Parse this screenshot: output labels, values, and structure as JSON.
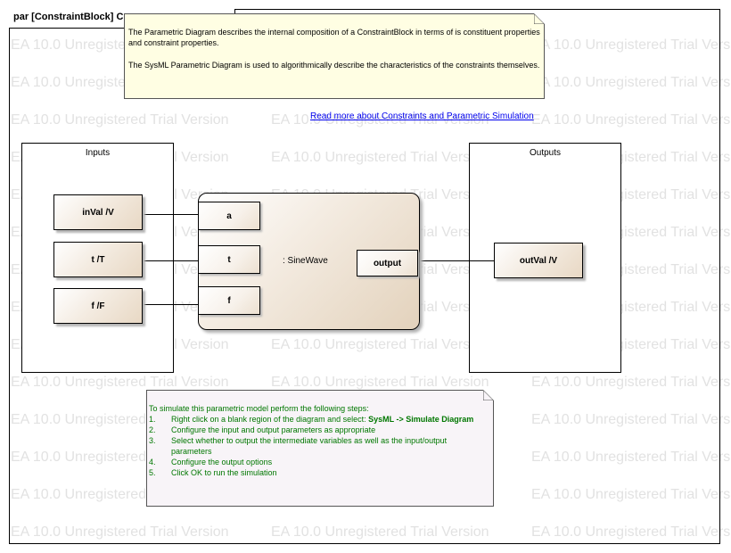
{
  "frame": {
    "title": "par [ConstraintBlock] Con"
  },
  "watermark": "EA 10.0 Unregistered Trial Version",
  "notes": {
    "description": {
      "paragraph1": "The Parametric Diagram describes the internal composition of a ConstraintBlock in terms of is constituent properties and constraint properties.",
      "paragraph2": "The SysML Parametric Diagram is used to algorithmically describe the characteristics of the constraints themselves."
    },
    "steps": {
      "intro": "To simulate this parametric model perform the following steps:",
      "items": [
        {
          "num": "1.",
          "text": "Right click on a blank region of the diagram and select: ",
          "bold": "SysML -> Simulate Diagram"
        },
        {
          "num": "2.",
          "text": "Configure the input and output parameters as appropriate"
        },
        {
          "num": "3.",
          "text": "Select whether to output the intermediate variables as well as the input/output parameters"
        },
        {
          "num": "4.",
          "text": "Configure the output options"
        },
        {
          "num": "5.",
          "text": "Click OK to run the simulation"
        }
      ]
    }
  },
  "link": {
    "text": "Read more about Constraints and Parametric Simulation"
  },
  "inputs": {
    "title": "Inputs",
    "parts": [
      "inVal /V",
      "t /T",
      "f /F"
    ]
  },
  "outputs": {
    "title": "Outputs",
    "parts": [
      "outVal /V"
    ]
  },
  "constraint": {
    "label": ": SineWave",
    "ports": [
      "a",
      "t",
      "f"
    ],
    "output_port": "output"
  },
  "colors": {
    "note_yellow": "#fffee3",
    "note_pink": "#f8f4f8",
    "link": "#0000ee",
    "steps_text": "#007700",
    "watermark": "#e2e2e2"
  }
}
